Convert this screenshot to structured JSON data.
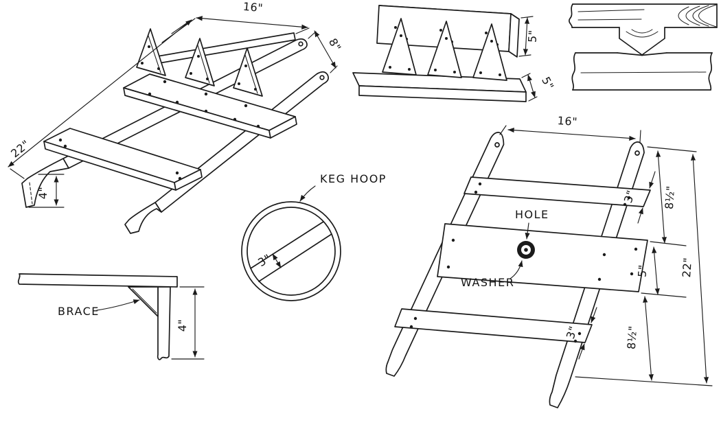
{
  "meta": {
    "ink_color": "#1b1b1b",
    "paper_color": "#ffffff",
    "drawing_type": "sled construction plan"
  },
  "iso_view": {
    "dims": {
      "length": "22\"",
      "rear_width": "16\"",
      "runner_spread": "8\"",
      "foot_height": "4\""
    }
  },
  "front_view": {
    "dims": {
      "board_height": "5\"",
      "base_depth": "5\""
    }
  },
  "keg_hoop": {
    "label": "KEG HOOP",
    "dims": {
      "band_width": "3\""
    }
  },
  "brace_detail": {
    "label": "BRACE",
    "dims": {
      "height": "4\""
    }
  },
  "top_view": {
    "labels": {
      "hole": "HOLE",
      "washer": "WASHER"
    },
    "dims": {
      "width": "16\"",
      "top_board_width": "3\"",
      "upper_section": "8½\"",
      "middle_board": "5\"",
      "overall_length": "22\"",
      "lower_section": "8½\"",
      "bottom_board_width": "3\""
    }
  }
}
